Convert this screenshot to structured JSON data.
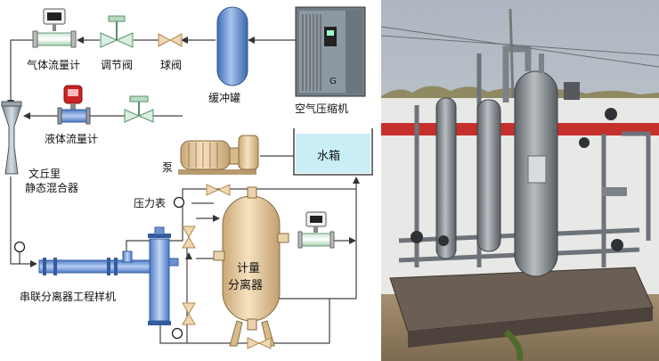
{
  "diagram": {
    "labels": {
      "gas_flowmeter": "气体流量计",
      "regulating_valve": "调节阀",
      "ball_valve": "球阀",
      "buffer_tank": "缓冲罐",
      "air_compressor": "空气压缩机",
      "liquid_flowmeter": "液体流量计",
      "venturi_line1": "文丘里",
      "venturi_line2": "静态混合器",
      "pump": "泵",
      "water_tank": "水箱",
      "pressure_gauge": "压力表",
      "separator_line1": "计量",
      "separator_line2": "分离器",
      "series_separator": "串联分离器工程样机"
    },
    "colors": {
      "pipe": "#2a2a2a",
      "flow_line": "#555555",
      "tank_tan": "#e8c99a",
      "buffer_blue": "#5b8fd0",
      "separator_blue": "#7aa0de",
      "water": "#c9eef6"
    }
  },
  "photo": {
    "description_icons": [
      "separator-equipment-photo"
    ]
  }
}
